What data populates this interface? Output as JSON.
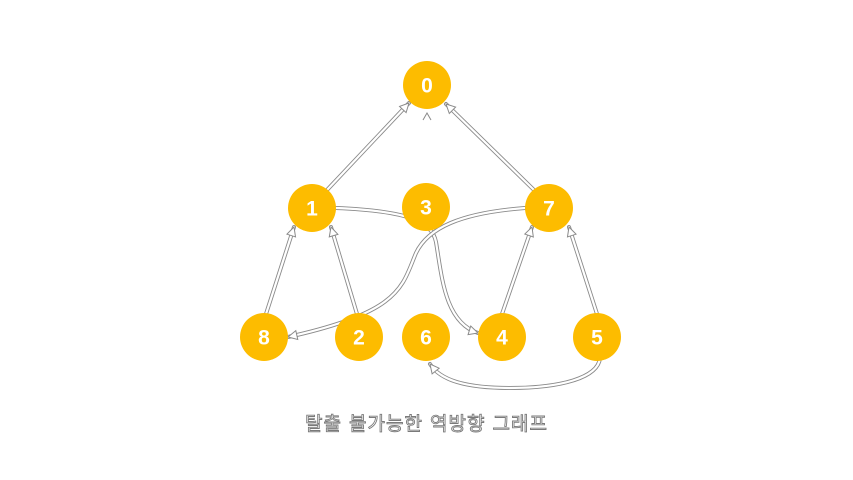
{
  "caption": "탈출 불가능한 역방향 그래프",
  "colors": {
    "node_fill": "#FDBC00",
    "node_text": "#FFFFFF",
    "edge_stroke": "#8A8A8A",
    "background": "#FFFFFF"
  },
  "nodes": [
    {
      "id": "0",
      "label": "0"
    },
    {
      "id": "1",
      "label": "1"
    },
    {
      "id": "3",
      "label": "3"
    },
    {
      "id": "7",
      "label": "7"
    },
    {
      "id": "8",
      "label": "8"
    },
    {
      "id": "2",
      "label": "2"
    },
    {
      "id": "6",
      "label": "6"
    },
    {
      "id": "4",
      "label": "4"
    },
    {
      "id": "5",
      "label": "5"
    }
  ],
  "edges": [
    {
      "from": "1",
      "to": "0"
    },
    {
      "from": "7",
      "to": "0"
    },
    {
      "from": "8",
      "to": "1"
    },
    {
      "from": "2",
      "to": "1"
    },
    {
      "from": "4",
      "to": "7"
    },
    {
      "from": "5",
      "to": "7"
    },
    {
      "from": "1",
      "to": "4"
    },
    {
      "from": "7",
      "to": "8"
    },
    {
      "from": "5",
      "to": "6"
    }
  ]
}
